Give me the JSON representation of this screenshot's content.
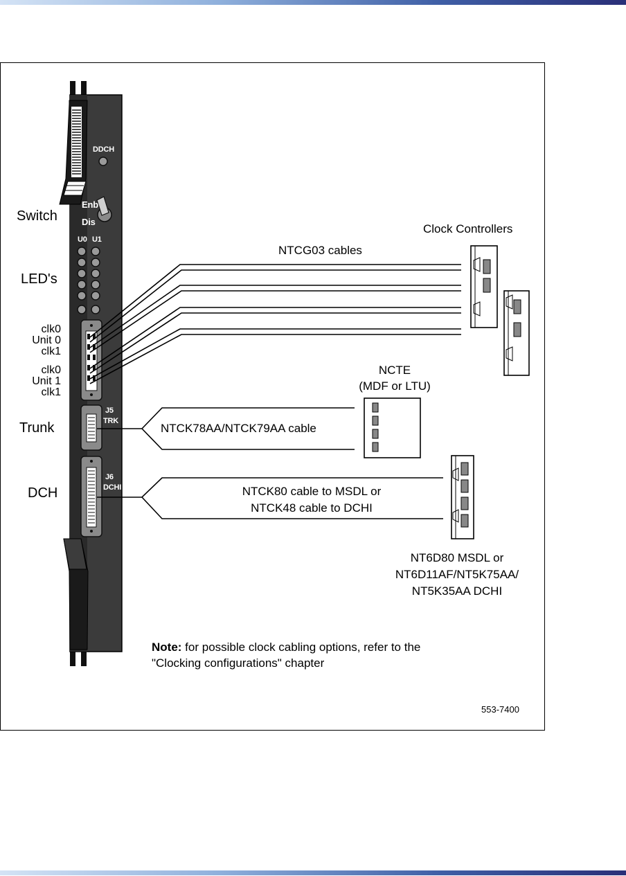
{
  "faceplate": {
    "ddch": "DDCH",
    "enb": "Enb",
    "dis": "Dis",
    "u0": "U0",
    "u1": "U1",
    "j5": "J5",
    "trk": "TRK",
    "j6": "J6",
    "dchi": "DCHI"
  },
  "labels": {
    "switch": "Switch",
    "leds": "LED's",
    "clk0_a": "clk0",
    "unit0": "Unit 0",
    "clk1_a": "clk1",
    "clk0_b": "clk0",
    "unit1": "Unit 1",
    "clk1_b": "clk1",
    "trunk": "Trunk",
    "dch": "DCH"
  },
  "cables": {
    "ntcg03": "NTCG03 cables",
    "trunk_cable": "NTCK78AA/NTCK79AA cable",
    "dch_cable_1": "NTCK80 cable to MSDL or",
    "dch_cable_2": "NTCK48 cable to DCHI"
  },
  "devices": {
    "clock_controllers": "Clock Controllers",
    "ncte_1": "NCTE",
    "ncte_2": "(MDF or LTU)",
    "msdl_1": "NT6D80 MSDL or",
    "msdl_2": "NT6D11AF/NT5K75AA/",
    "msdl_3": "NT5K35AA DCHI"
  },
  "note": {
    "bold": "Note:",
    "line1": " for possible clock cabling options, refer to the",
    "line2": "\"Clocking configurations\" chapter"
  },
  "figure_id": "553-7400"
}
